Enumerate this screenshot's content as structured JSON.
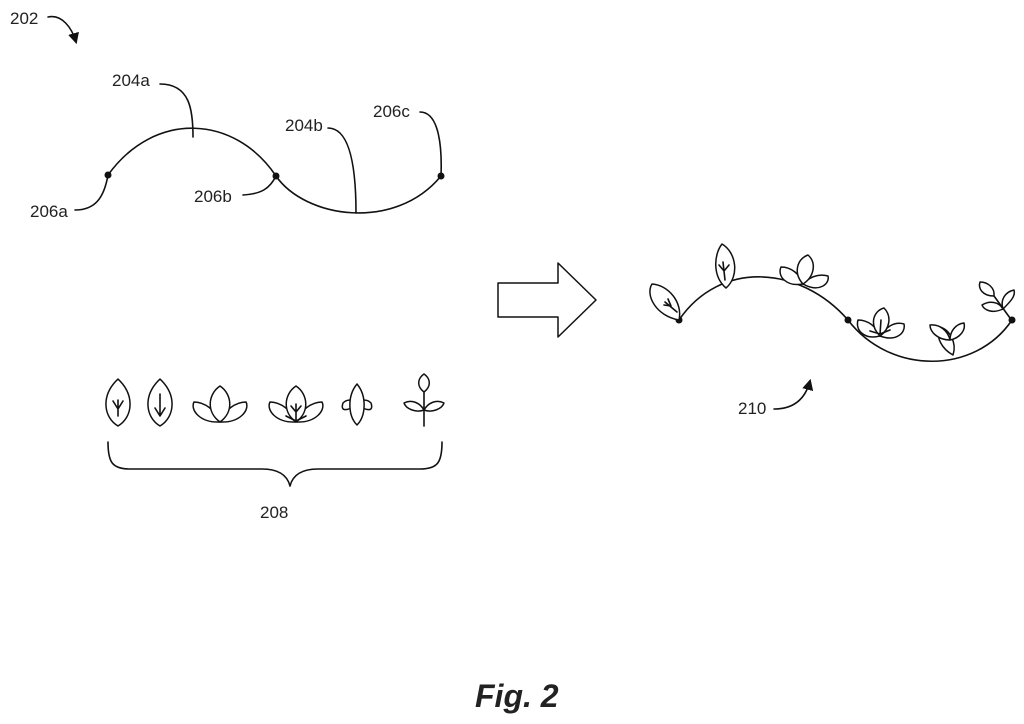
{
  "labels": {
    "fig202": "202",
    "seg204a": "204a",
    "seg204b": "204b",
    "pt206a": "206a",
    "pt206b": "206b",
    "pt206c": "206c",
    "set208": "208",
    "result210": "210"
  },
  "caption": "Fig. 2",
  "colors": {
    "ink": "#111111",
    "background": "#ffffff"
  }
}
